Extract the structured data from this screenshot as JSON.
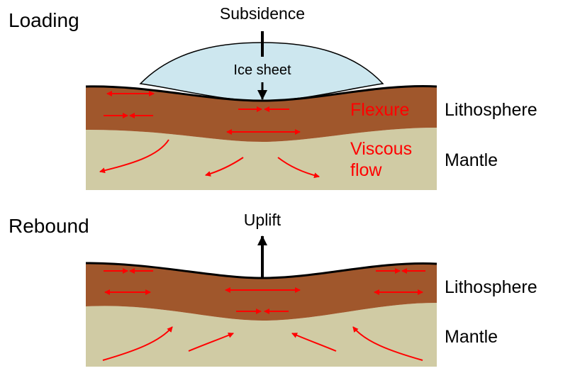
{
  "loading": {
    "title": "Loading",
    "subsidence": "Subsidence",
    "ice_sheet": "Ice sheet",
    "flexure": "Flexure",
    "viscous_1": "Viscous",
    "viscous_2": "flow",
    "lithosphere": "Lithosphere",
    "mantle": "Mantle"
  },
  "rebound": {
    "title": "Rebound",
    "uplift": "Uplift",
    "lithosphere": "Lithosphere",
    "mantle": "Mantle"
  },
  "colors": {
    "lithosphere": "#a0572c",
    "mantle": "#d0cba4",
    "ice": "#cde7ef",
    "arrows": "#ff0000"
  }
}
